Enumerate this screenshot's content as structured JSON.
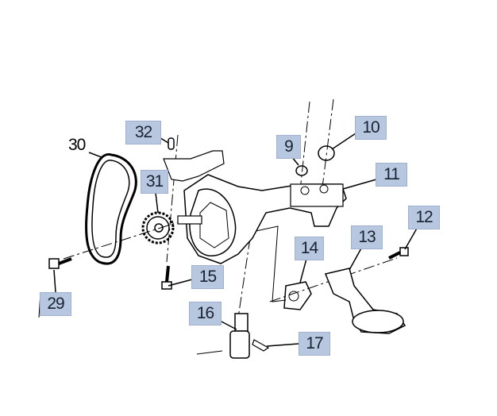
{
  "diagram": {
    "callouts": [
      {
        "id": "32",
        "label": "32"
      },
      {
        "id": "9",
        "label": "9"
      },
      {
        "id": "10",
        "label": "10"
      },
      {
        "id": "11",
        "label": "11"
      },
      {
        "id": "12",
        "label": "12"
      },
      {
        "id": "13",
        "label": "13"
      },
      {
        "id": "14",
        "label": "14"
      },
      {
        "id": "15",
        "label": "15"
      },
      {
        "id": "16",
        "label": "16"
      },
      {
        "id": "17",
        "label": "17"
      },
      {
        "id": "29",
        "label": "29"
      },
      {
        "id": "31",
        "label": "31"
      }
    ],
    "plain_label": "30",
    "colors": {
      "callout_fill": "#b7c7e0",
      "line": "#000000"
    }
  }
}
